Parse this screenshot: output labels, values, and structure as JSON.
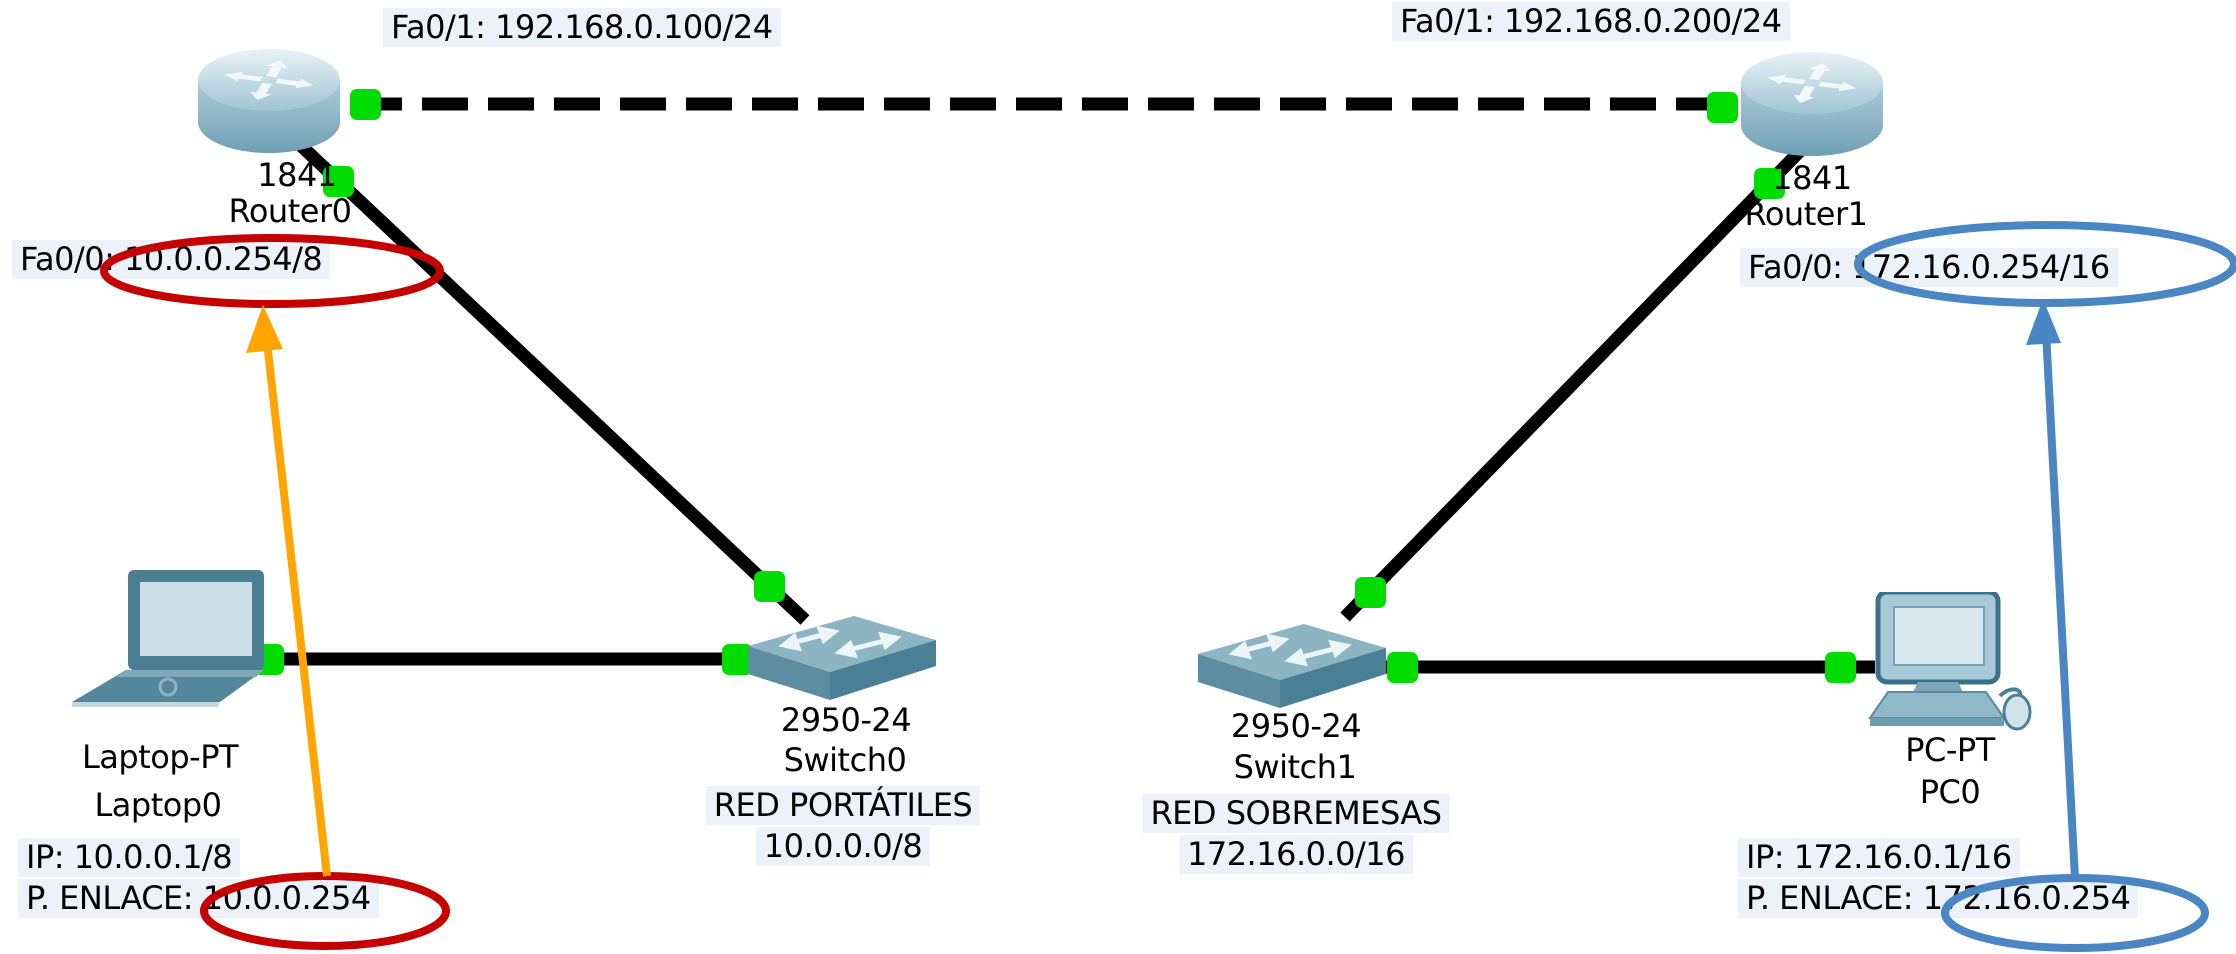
{
  "app": {
    "title": "Network topology canvas"
  },
  "colors": {
    "background": "#ffffff",
    "link": "#000000",
    "status_up_green": "#00dc00",
    "note_background": "#edf1fa",
    "text": "#000000",
    "red_highlight": "#c40000",
    "blue_highlight": "#4a86c4",
    "orange_arrow": "#ffa400"
  },
  "devices": {
    "router0": {
      "model": "1841",
      "name": "Router0",
      "interface_top_label": "Fa0/1: 192.168.0.100/24",
      "interface_side_label": "Fa0/0: 10.0.0.254/8"
    },
    "router1": {
      "model": "1841",
      "name": "Router1",
      "interface_top_label": "Fa0/1: 192.168.0.200/24",
      "interface_side_label": "Fa0/0: 172.16.0.254/16"
    },
    "switch0": {
      "model": "2950-24",
      "name": "Switch0",
      "note_line1": "RED PORTÁTILES",
      "note_line2": "10.0.0.0/8"
    },
    "switch1": {
      "model": "2950-24",
      "name": "Switch1",
      "note_line1": "RED SOBREMESAS",
      "note_line2": "172.16.0.0/16"
    },
    "laptop0": {
      "model": "Laptop-PT",
      "name": "Laptop0",
      "note_line1": "IP: 10.0.0.1/8",
      "note_line2": "P. ENLACE: 10.0.0.254"
    },
    "pc0": {
      "model": "PC-PT",
      "name": "PC0",
      "note_line1": "IP: 172.16.0.1/16",
      "note_line2": "P. ENLACE: 172.16.0.254"
    }
  },
  "links": [
    {
      "from": "Router0",
      "to": "Router1",
      "style": "dashed",
      "status": "up"
    },
    {
      "from": "Router0",
      "to": "Switch0",
      "style": "solid",
      "status": "up"
    },
    {
      "from": "Laptop0",
      "to": "Switch0",
      "style": "solid",
      "status": "up"
    },
    {
      "from": "Router1",
      "to": "Switch1",
      "style": "solid",
      "status": "up"
    },
    {
      "from": "Switch1",
      "to": "PC0",
      "style": "solid",
      "status": "up"
    }
  ],
  "annotations": {
    "red_ellipse_top_circled_text": "10.0.0.254/8",
    "red_ellipse_bottom_circled_text": "10.0.0.254",
    "blue_ellipse_top_circled_text": "172.16.0.254/16",
    "blue_ellipse_bottom_circled_text": "172.16.0.254",
    "orange_arrow": "points from circled 10.0.0.254 gateway note up to Fa0/0: 10.0.0.254/8",
    "blue_arrow": "points from circled 172.16.0.254 gateway note up to Fa0/0: 172.16.0.254/16"
  }
}
